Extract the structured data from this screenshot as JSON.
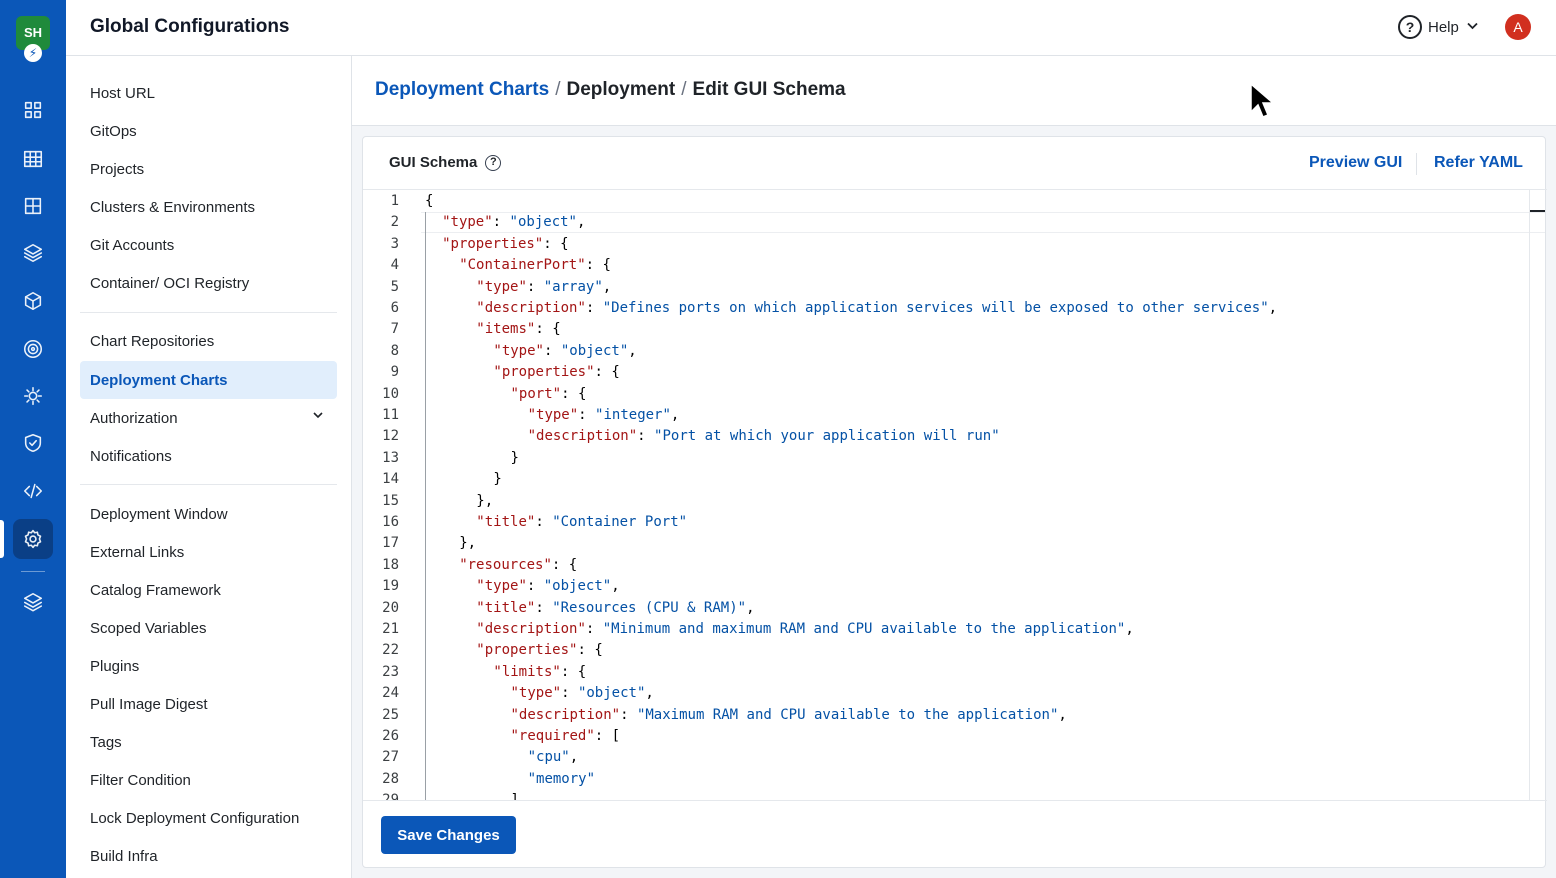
{
  "rail": {
    "logo_text": "SH",
    "icons": [
      "apps-grid-icon",
      "table-icon",
      "grid-icon",
      "stack-icon",
      "cube-icon",
      "target-icon",
      "bug-icon",
      "shield-icon",
      "code-icon",
      "settings-icon",
      "layers-icon"
    ],
    "active_icon": "settings-icon"
  },
  "header": {
    "title": "Global Configurations",
    "help_label": "Help",
    "avatar_initial": "A"
  },
  "sidebar": {
    "groups": [
      [
        "Host URL",
        "GitOps",
        "Projects",
        "Clusters & Environments",
        "Git Accounts",
        "Container/ OCI Registry"
      ],
      [
        "Chart Repositories",
        "Deployment Charts",
        "Authorization",
        "Notifications"
      ],
      [
        "Deployment Window",
        "External Links",
        "Catalog Framework",
        "Scoped Variables",
        "Plugins",
        "Pull Image Digest",
        "Tags",
        "Filter Condition",
        "Lock Deployment Configuration",
        "Build Infra"
      ]
    ],
    "active_item": "Deployment Charts",
    "expandable_item": "Authorization"
  },
  "breadcrumb": {
    "items": [
      "Deployment Charts",
      "Deployment",
      "Edit GUI Schema"
    ],
    "separator": "/"
  },
  "panel": {
    "title": "GUI Schema",
    "preview_label": "Preview GUI",
    "refer_yaml_label": "Refer YAML",
    "save_label": "Save Changes"
  },
  "editor": {
    "lines": [
      [
        0,
        "{"
      ],
      [
        1,
        "\"type\": \"object\","
      ],
      [
        1,
        "\"properties\": {"
      ],
      [
        2,
        "\"ContainerPort\": {"
      ],
      [
        3,
        "\"type\": \"array\","
      ],
      [
        3,
        "\"description\": \"Defines ports on which application services will be exposed to other services\","
      ],
      [
        3,
        "\"items\": {"
      ],
      [
        4,
        "\"type\": \"object\","
      ],
      [
        4,
        "\"properties\": {"
      ],
      [
        5,
        "\"port\": {"
      ],
      [
        6,
        "\"type\": \"integer\","
      ],
      [
        6,
        "\"description\": \"Port at which your application will run\""
      ],
      [
        5,
        "}"
      ],
      [
        4,
        "}"
      ],
      [
        3,
        "},"
      ],
      [
        3,
        "\"title\": \"Container Port\""
      ],
      [
        2,
        "},"
      ],
      [
        2,
        "\"resources\": {"
      ],
      [
        3,
        "\"type\": \"object\","
      ],
      [
        3,
        "\"title\": \"Resources (CPU & RAM)\","
      ],
      [
        3,
        "\"description\": \"Minimum and maximum RAM and CPU available to the application\","
      ],
      [
        3,
        "\"properties\": {"
      ],
      [
        4,
        "\"limits\": {"
      ],
      [
        5,
        "\"type\": \"object\","
      ],
      [
        5,
        "\"description\": \"Maximum RAM and CPU available to the application\","
      ],
      [
        5,
        "\"required\": ["
      ],
      [
        6,
        "\"cpu\","
      ],
      [
        6,
        "\"memory\""
      ],
      [
        5,
        "],"
      ]
    ]
  },
  "colors": {
    "rail_bg": "#0b57b8",
    "accent": "#0b57b8",
    "active_nav_bg": "#e1eefc",
    "json_key": "#a31515",
    "json_string": "#0451a5"
  }
}
